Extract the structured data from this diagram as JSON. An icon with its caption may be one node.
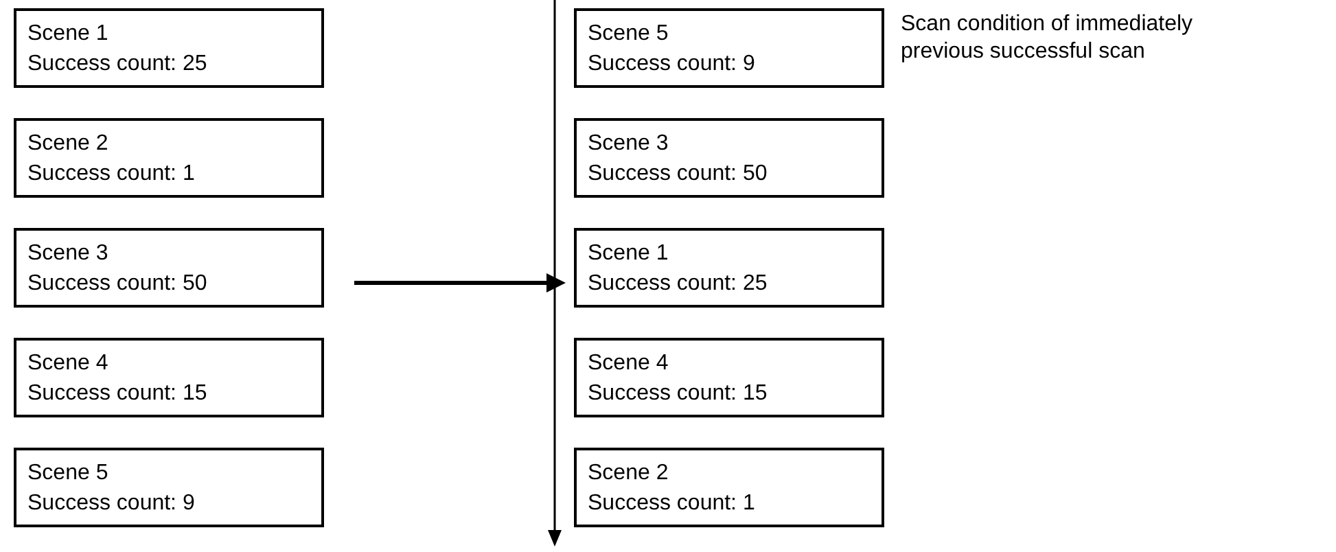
{
  "diagram": {
    "nodes": [
      {
        "text": [
          "Scene 1",
          "Success count: 25"
        ]
      },
      {
        "text": [
          "Scene 2",
          "Success count: 1"
        ]
      },
      {
        "text": [
          "Scene 3",
          "Success count: 50"
        ]
      },
      {
        "text": [
          "Scene 4",
          "Success count: 15"
        ]
      },
      {
        "text": [
          "Scene 5",
          "Success count: 9"
        ]
      },
      {
        "text": [
          "Scene 5",
          "Success count: 9"
        ]
      },
      {
        "text": [
          "Scene 3",
          "Success count: 50"
        ]
      },
      {
        "text": [
          "Scene 1",
          "Success count: 25"
        ]
      },
      {
        "text": [
          "Scene 4",
          "Success count: 15"
        ]
      },
      {
        "text": [
          "Scene 2",
          "Success count: 1"
        ]
      }
    ],
    "labels": [
      "Scan condition of immediately previous successful scan"
    ]
  }
}
